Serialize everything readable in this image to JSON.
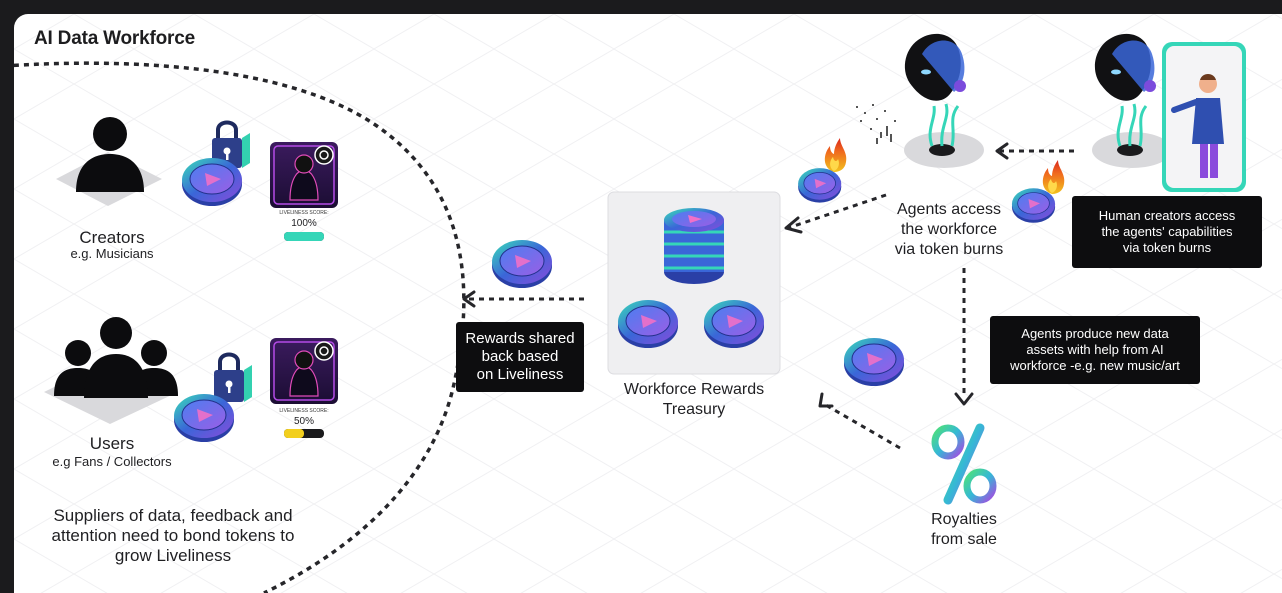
{
  "title": "AI Data Workforce",
  "creators": {
    "label": "Creators",
    "sub": "e.g. Musicians",
    "score_label": "LIVELINESS SCORE:",
    "score": "100%",
    "level": 1.0
  },
  "users": {
    "label": "Users",
    "sub": "e.g Fans / Collectors",
    "score_label": "LIVELINESS SCORE:",
    "score": "50%",
    "level": 0.5
  },
  "suppliers": {
    "line1": "Suppliers of data, feedback and",
    "line2": "attention need to bond tokens to",
    "line3": "grow Liveliness"
  },
  "rewards_box": {
    "line1": "Rewards shared",
    "line2": "back based",
    "line3": "on Liveliness"
  },
  "treasury": {
    "line1": "Workforce Rewards",
    "line2": "Treasury"
  },
  "agents": {
    "line1": "Agents access",
    "line2": "the workforce",
    "line3": "via token burns"
  },
  "human_box": {
    "line1": "Human creators access",
    "line2": "the agents' capabilities",
    "line3": "via token burns"
  },
  "produce_box": {
    "line1": "Agents produce new data",
    "line2": "assets with help from AI",
    "line3": "workforce -e.g. new music/art"
  },
  "royalties": {
    "line1": "Royalties",
    "line2": "from sale"
  },
  "colors": {
    "accent_teal": "#35d6b8",
    "accent_purple": "#8a4bdc",
    "token_blue": "#3a66d8",
    "fill_yellow": "#f2cf1e",
    "box_black": "#0d0d0f"
  },
  "icons": [
    "person-icon",
    "group-icon",
    "lock-icon",
    "token-icon",
    "nft-avatar-icon",
    "coin-stack-icon",
    "robot-head-icon",
    "fire-icon",
    "percent-icon",
    "phone-icon",
    "presenter-icon"
  ]
}
